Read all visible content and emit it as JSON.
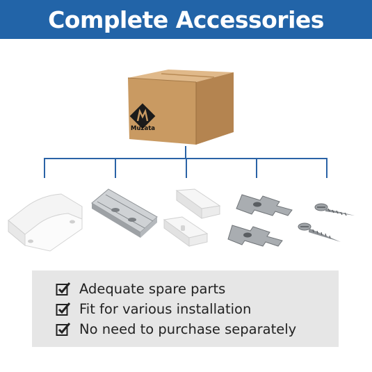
{
  "banner": {
    "title": "Complete Accessories"
  },
  "box": {
    "brand": "Muzata",
    "icon": "box-icon"
  },
  "parts": [
    {
      "icon": "corner-connector-icon"
    },
    {
      "icon": "mounting-clip-channel-icon"
    },
    {
      "icon": "end-cap-icon"
    },
    {
      "icon": "metal-clip-icon"
    },
    {
      "icon": "screw-icon"
    }
  ],
  "features": [
    {
      "text": "Adequate spare parts"
    },
    {
      "text": "Fit for various installation"
    },
    {
      "text": "No need to purchase separately"
    }
  ],
  "colors": {
    "banner": "#2264a8",
    "line": "#2a63a6",
    "panel": "#e6e6e6",
    "box": "#c99a62"
  }
}
